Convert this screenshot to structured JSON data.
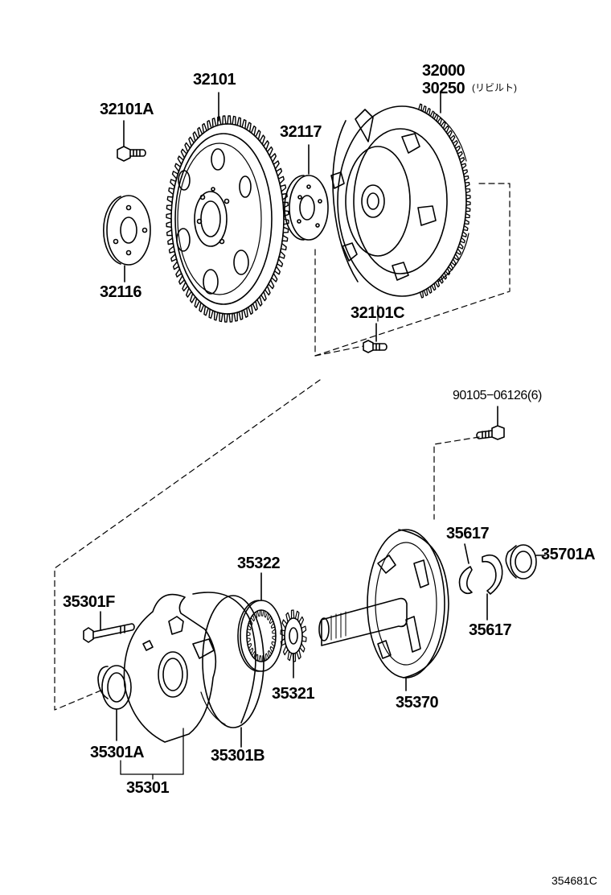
{
  "labels": {
    "p32101": "32101",
    "p32101A": "32101A",
    "p32116": "32116",
    "p32117": "32117",
    "p32000": "32000",
    "p30250": "30250",
    "p30250_note": "(リビルト)",
    "p32101C": "32101C",
    "p90105": "90105−06126(6)",
    "p35617a": "35617",
    "p35701A": "35701A",
    "p35617b": "35617",
    "p35322": "35322",
    "p35301F": "35301F",
    "p35321": "35321",
    "p35370": "35370",
    "p35301A": "35301A",
    "p35301B": "35301B",
    "p35301": "35301"
  },
  "reference": "354681C"
}
